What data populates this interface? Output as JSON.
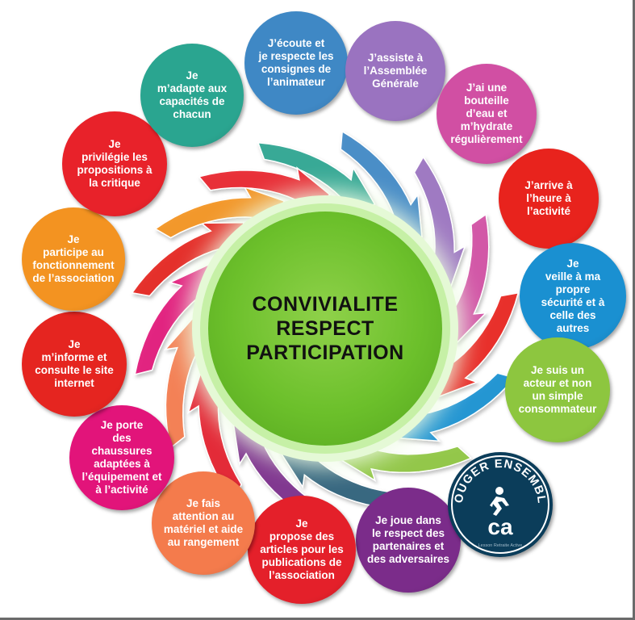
{
  "center": {
    "lines": [
      "CONVIVIALITE",
      "RESPECT",
      "PARTICIPATION"
    ],
    "color": "#6cc02b"
  },
  "bubbles": [
    {
      "id": "ecoute",
      "text": "J’écoute et\nje respecte les\nconsignes de\nl’animateur",
      "color": "#3f88c5"
    },
    {
      "id": "assemblee",
      "text": "J’assiste à\nl’Assemblée\nGénérale",
      "color": "#9a73c0"
    },
    {
      "id": "eau",
      "text": "J’ai une\nbouteille\nd’eau et\nm’hydrate\nrégulièrement",
      "color": "#d14fa3"
    },
    {
      "id": "heure",
      "text": "J’arrive à\nl’heure à\nl’activité",
      "color": "#e8231d"
    },
    {
      "id": "securite",
      "text": "Je\nveille à ma\npropre\nsécurité et à\ncelle des\nautres",
      "color": "#1a90d1"
    },
    {
      "id": "acteur",
      "text": "Je suis un\nacteur et non\nun simple\nconsommateur",
      "color": "#8dc63f"
    },
    {
      "id": "respect",
      "text": "Je joue dans\nle respect des\npartenaires et\ndes adversaires",
      "color": "#7b2c8a"
    },
    {
      "id": "articles",
      "text": "Je\npropose des\narticles pour les\npublications de\nl’association",
      "color": "#e4202a"
    },
    {
      "id": "materiel",
      "text": "Je fais\nattention au\nmatériel et aide\nau rangement",
      "color": "#f47b4c"
    },
    {
      "id": "chaussures",
      "text": "Je porte\ndes\nchaussures\nadaptées à\nl’équipement et\nà l’activité",
      "color": "#e2147a"
    },
    {
      "id": "informe",
      "text": "Je\nm’informe et\nconsulte le site\ninternet",
      "color": "#e52520"
    },
    {
      "id": "participe",
      "text": "Je\nparticipe au\nfonctionnement\nde l’association",
      "color": "#f39321"
    },
    {
      "id": "privilegie",
      "text": "Je\nprivilégie les\npropositions à\nla critique",
      "color": "#e8222a"
    },
    {
      "id": "adapte",
      "text": "Je\nm’adapte aux\ncapacités de\nchacun",
      "color": "#2aa590"
    }
  ],
  "logo": {
    "arc_text": "BOUGER ENSEMBLE",
    "mark": "ca",
    "tagline": "Lesson Retraite Active",
    "bg_color": "#0b3d5a"
  }
}
